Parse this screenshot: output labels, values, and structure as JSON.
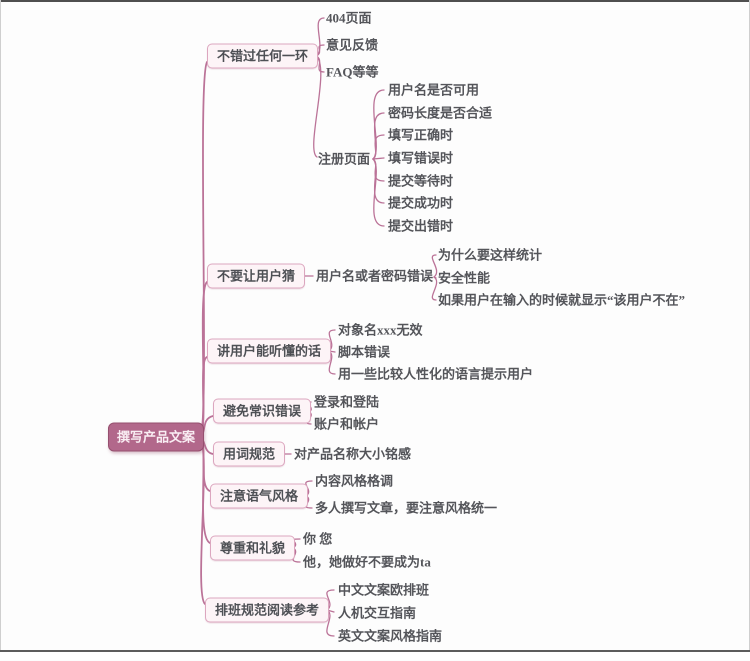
{
  "colors": {
    "line": "#bb7398",
    "root_fill": "#b2688b",
    "root_border": "#96506f",
    "node_fill": "#fdf4f7",
    "node_border": "#dca6bf",
    "leaf_text": "#54555a"
  },
  "root": {
    "label": "撰写产品文案"
  },
  "branches": [
    {
      "label": "不错过任何一环",
      "children": [
        {
          "label": "404页面"
        },
        {
          "label": "意见反馈"
        },
        {
          "label": "FAQ等等"
        },
        {
          "label": "注册页面",
          "children": [
            {
              "label": "用户名是否可用"
            },
            {
              "label": "密码长度是否合适"
            },
            {
              "label": "填写正确时"
            },
            {
              "label": "填写错误时"
            },
            {
              "label": "提交等待时"
            },
            {
              "label": "提交成功时"
            },
            {
              "label": "提交出错时"
            }
          ]
        }
      ]
    },
    {
      "label": "不要让用户猜",
      "children": [
        {
          "label": "用户名或者密码错误",
          "children": [
            {
              "label": "为什么要这样统计"
            },
            {
              "label": "安全性能"
            },
            {
              "label": "如果用户在输入的时候就显示“该用户不在”"
            }
          ]
        }
      ]
    },
    {
      "label": "讲用户能听懂的话",
      "children": [
        {
          "label": "对象名xxx无效"
        },
        {
          "label": "脚本错误"
        },
        {
          "label": "用一些比较人性化的语言提示用户"
        }
      ]
    },
    {
      "label": "避免常识错误",
      "children": [
        {
          "label": "登录和登陆"
        },
        {
          "label": "账户和帐户"
        }
      ]
    },
    {
      "label": "用词规范",
      "children": [
        {
          "label": "对产品名称大小铭感"
        }
      ]
    },
    {
      "label": "注意语气风格",
      "children": [
        {
          "label": "内容风格格调"
        },
        {
          "label": "多人撰写文章，要注意风格统一"
        }
      ]
    },
    {
      "label": "尊重和礼貌",
      "children": [
        {
          "label": "你 您"
        },
        {
          "label": "他，她做好不要成为ta"
        }
      ]
    },
    {
      "label": "排班规范阅读参考",
      "children": [
        {
          "label": "中文文案欧排班"
        },
        {
          "label": "人机交互指南"
        },
        {
          "label": "英文文案风格指南"
        }
      ]
    }
  ]
}
